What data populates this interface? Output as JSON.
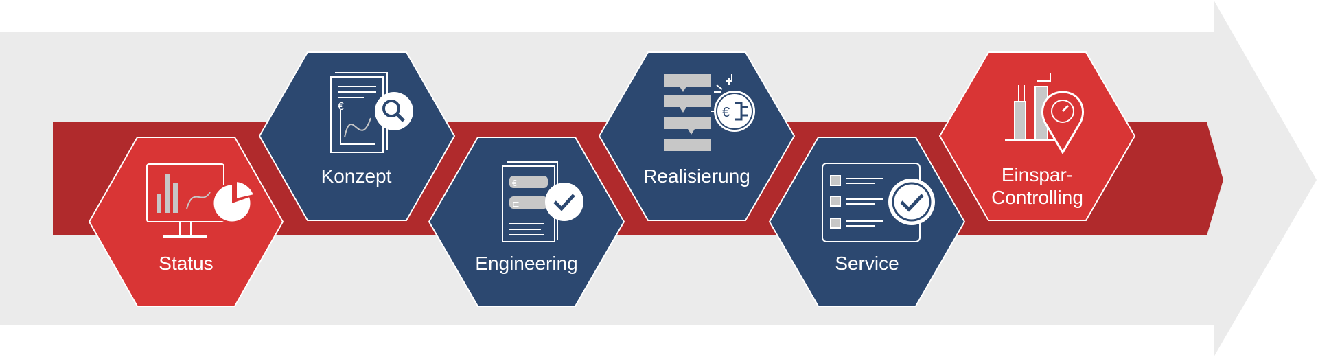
{
  "colors": {
    "background": "#ffffff",
    "arrow": "#ebebeb",
    "band": "#b02a2c",
    "hex_red": "#d93535",
    "hex_blue": "#2c4870",
    "icon_gray": "#c7c7c7",
    "white": "#ffffff"
  },
  "steps": [
    {
      "id": "status",
      "label_lines": [
        "Status"
      ],
      "color": "red",
      "icon": "monitor-chart-icon"
    },
    {
      "id": "konzept",
      "label_lines": [
        "Konzept"
      ],
      "color": "blue",
      "icon": "document-search-icon"
    },
    {
      "id": "engineering",
      "label_lines": [
        "Engineering"
      ],
      "color": "blue",
      "icon": "document-check-icon"
    },
    {
      "id": "realisierung",
      "label_lines": [
        "Realisierung"
      ],
      "color": "blue",
      "icon": "gear-plug-icon"
    },
    {
      "id": "service",
      "label_lines": [
        "Service"
      ],
      "color": "blue",
      "icon": "checklist-badge-icon"
    },
    {
      "id": "einspar-controlling",
      "label_lines": [
        "Einspar-",
        "Controlling"
      ],
      "color": "red",
      "icon": "bar-chart-gauge-icon"
    }
  ]
}
